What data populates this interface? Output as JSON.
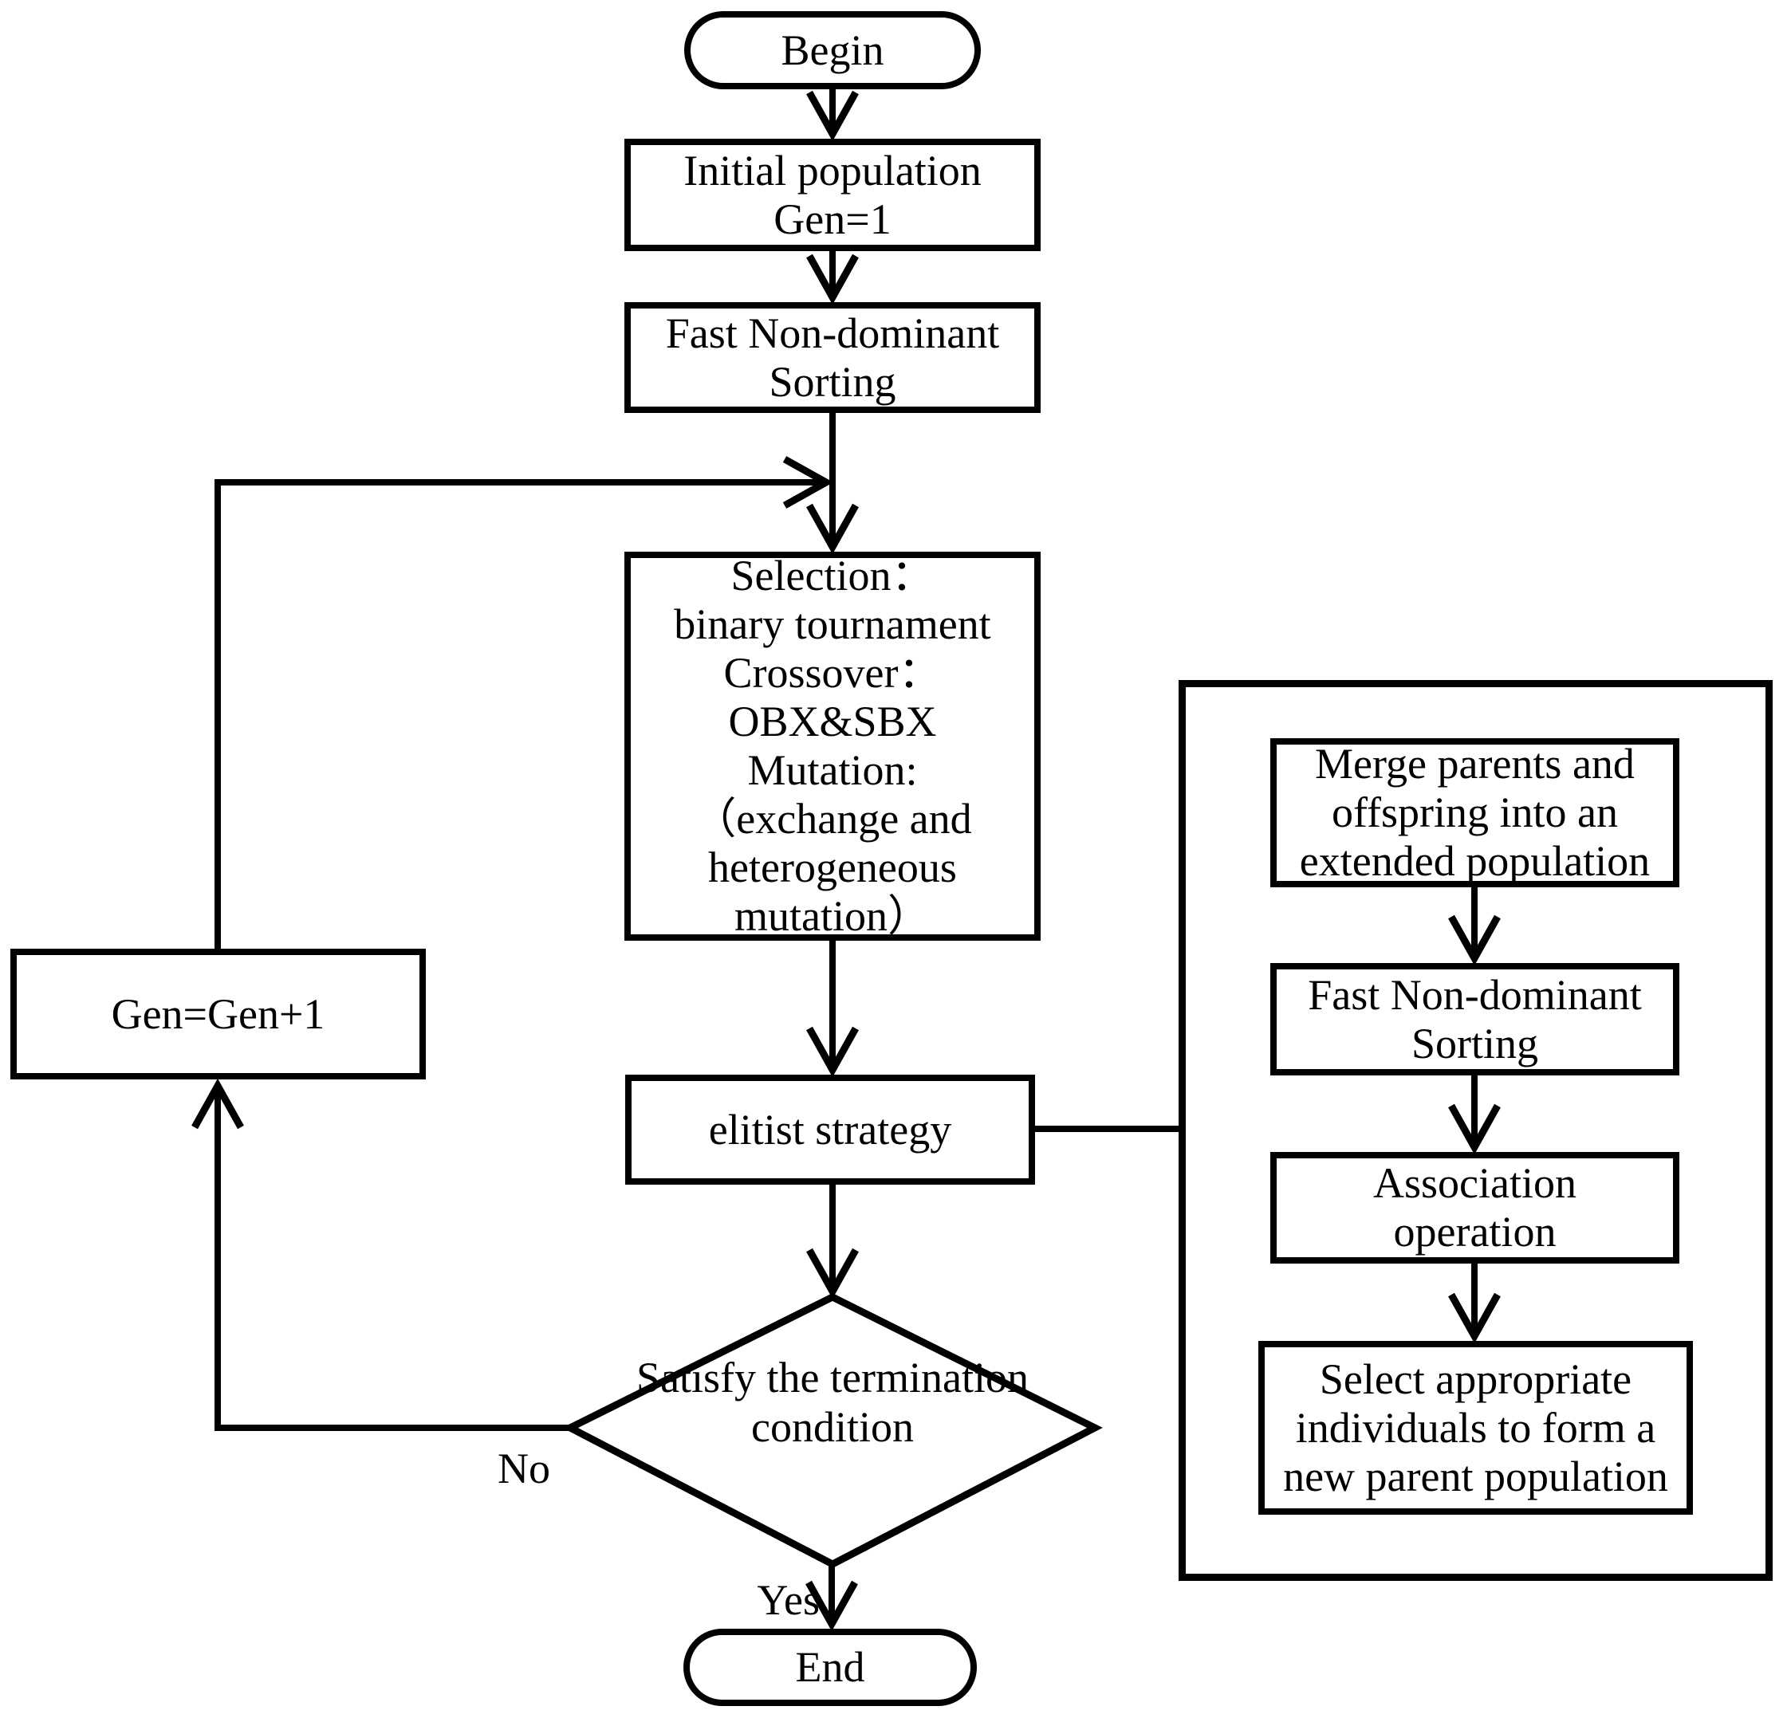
{
  "diagram": {
    "nodes": {
      "begin": "Begin",
      "initial_population": "Initial population\nGen=1",
      "fast_sorting": "Fast Non-dominant\nSorting",
      "genetic_operators": "Selection：\nbinary tournament\nCrossover：\nOBX&SBX\nMutation:\n（exchange and\nheterogeneous\nmutation）",
      "elitist": "elitist strategy",
      "decision": "Satisfy the termination\ncondition",
      "gen_increment": "Gen=Gen+1",
      "end": "End",
      "merge": "Merge parents and\noffspring into an\nextended population",
      "fast_sorting_right": "Fast Non-dominant\nSorting",
      "association": "Association\noperation",
      "select_new_parents": "Select appropriate\nindividuals to form a\nnew parent population"
    },
    "edge_labels": {
      "no": "No",
      "yes": "Yes"
    },
    "colors": {
      "line": "#000000",
      "background": "#ffffff",
      "text": "#000000"
    }
  }
}
